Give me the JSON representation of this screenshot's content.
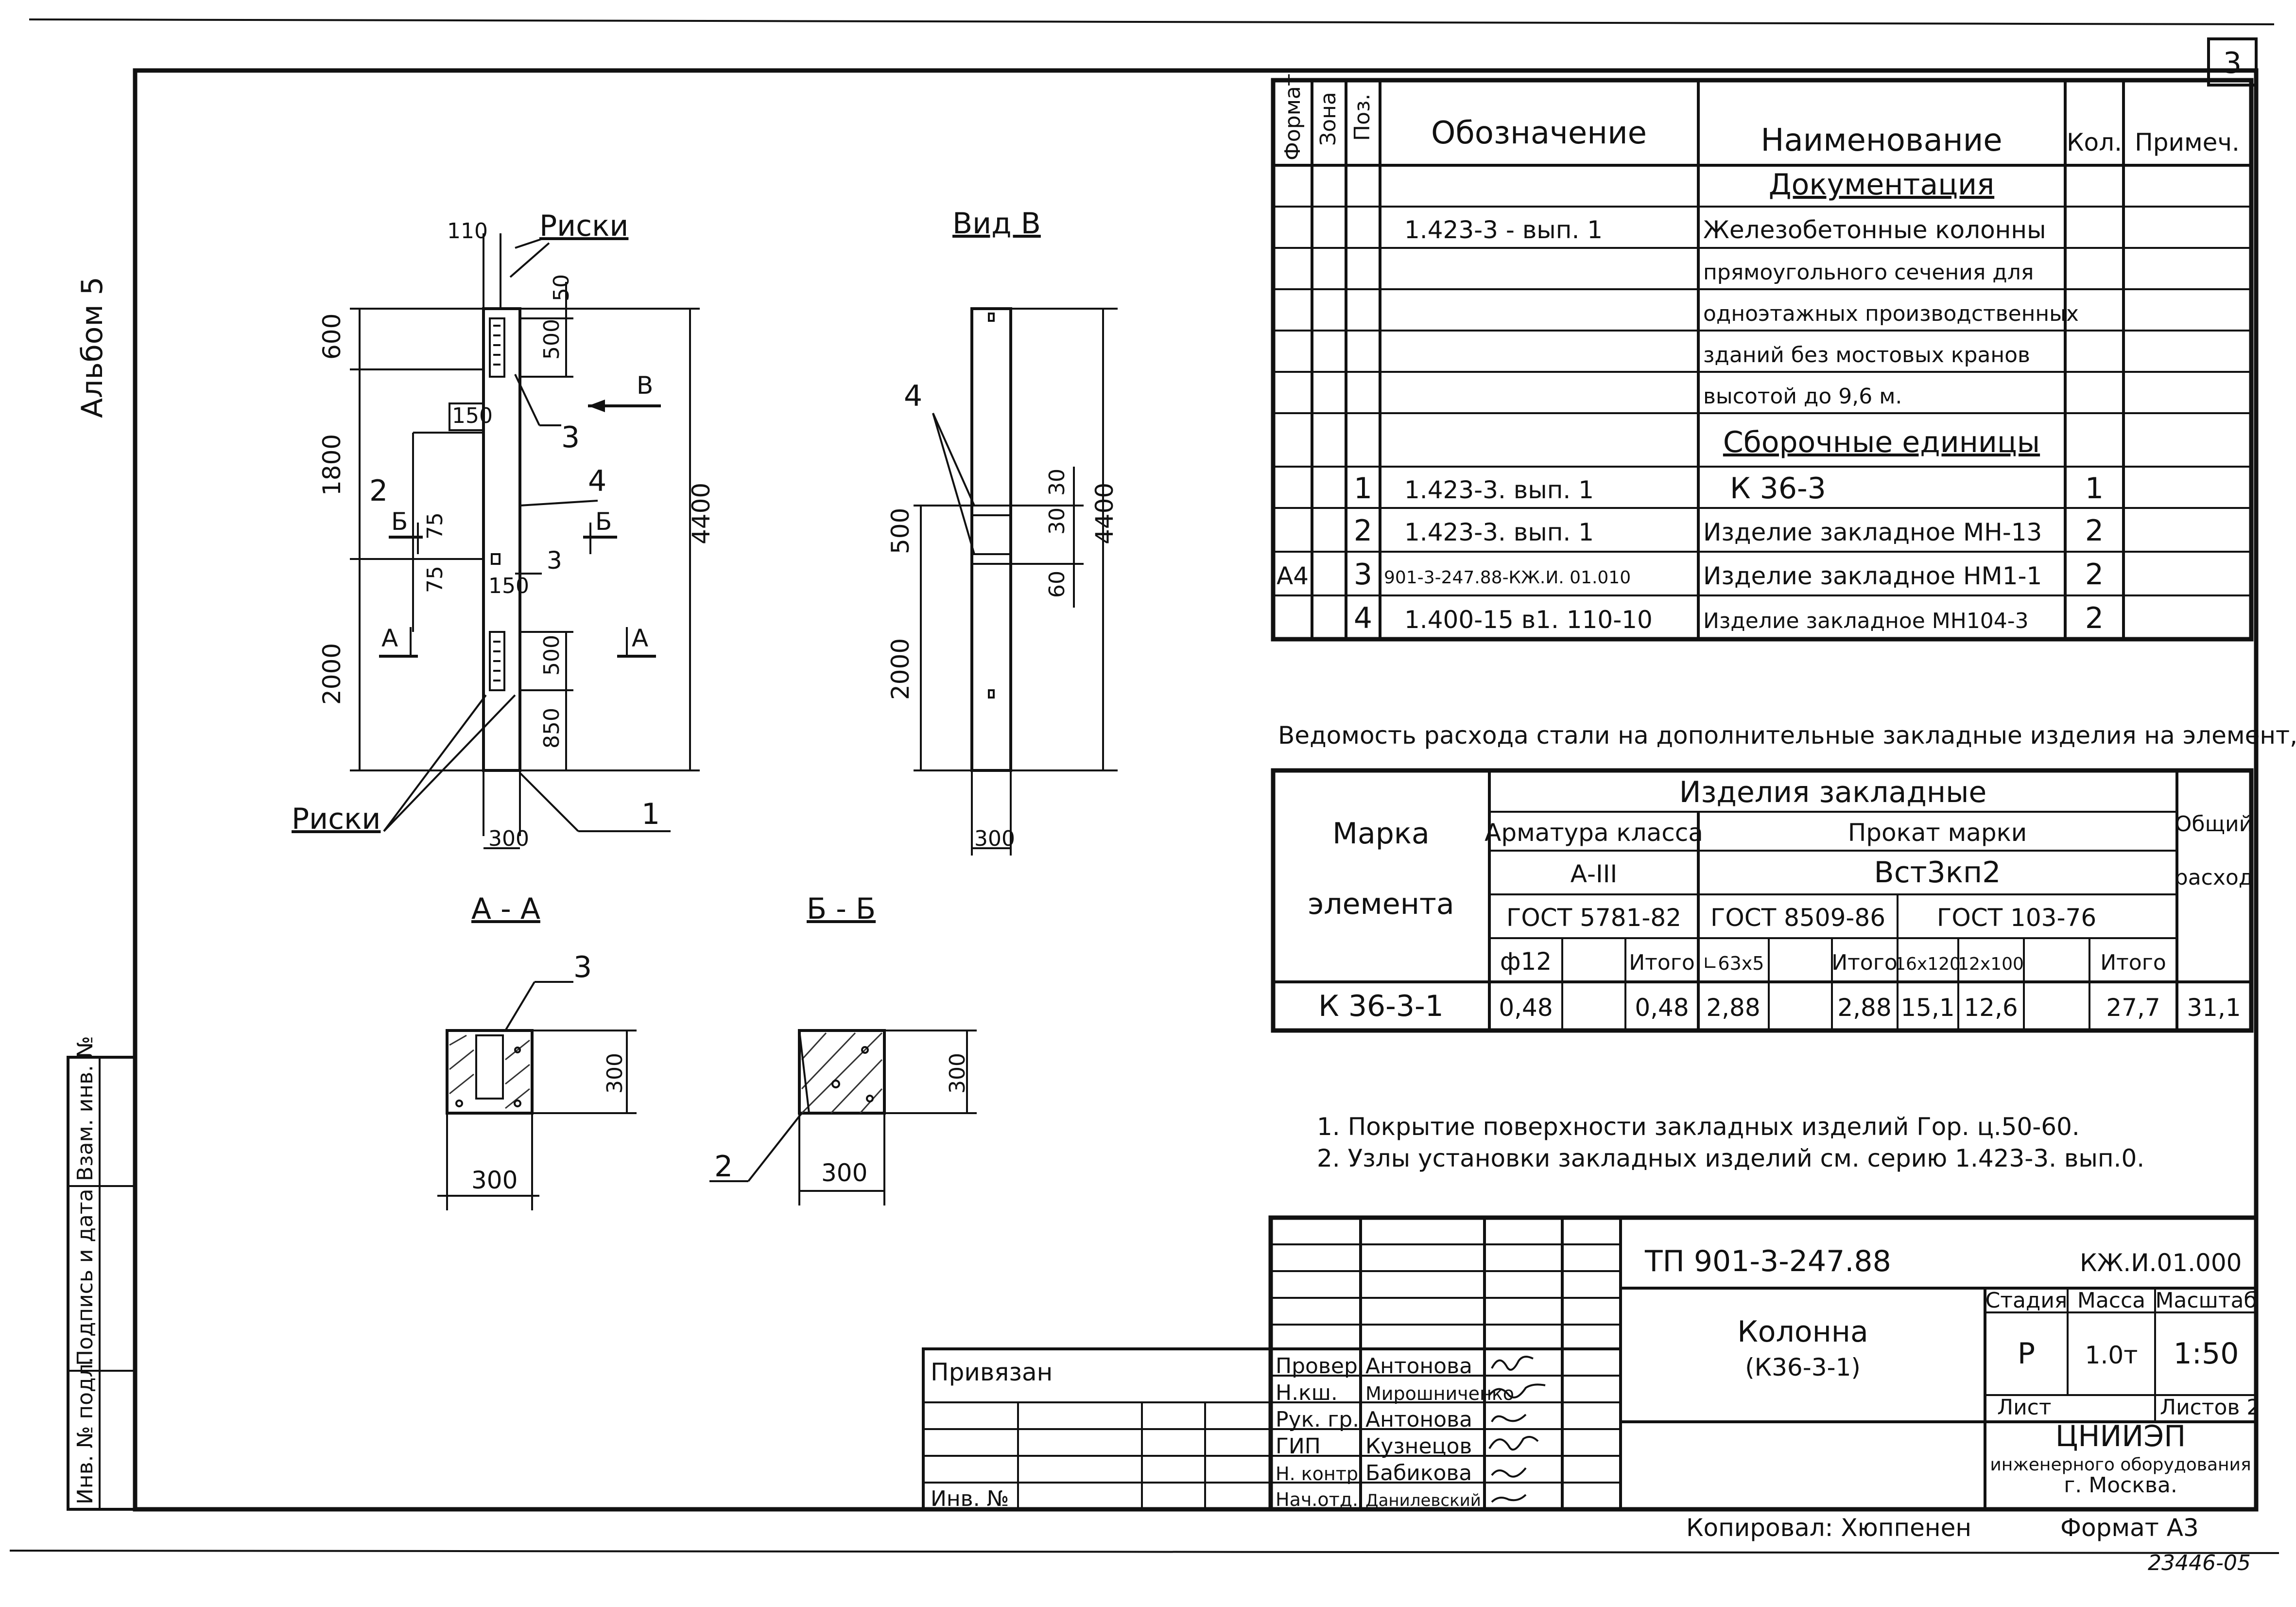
{
  "sheet": {
    "page_number": "3",
    "album": "Альбом 5",
    "drawing_code": "ТП 901-3-247.88",
    "doc_code": "КЖ.И.01.000",
    "title_line1": "Колонна",
    "title_line2": "(К36-3-1)",
    "stage_header": "Стадия",
    "mass_header": "Масса",
    "scale_header": "Масштаб",
    "stage": "Р",
    "mass": "1.0т",
    "scale": "1:50",
    "sheet_label": "Лист",
    "sheets_label": "Листов 2",
    "org_line1": "ЦНИИЭП",
    "org_line2": "инженерного оборудования",
    "org_line3": "г. Москва.",
    "copied_by": "Копировал: Хюппенен",
    "format": "Формат А3",
    "archive_no": "23446-05",
    "privyazan": "Привязан",
    "inv_no": "Инв. №",
    "left_strip": [
      "Инв. № подл.",
      "Подпись и дата",
      "Взам. инв. №"
    ],
    "signatures": [
      {
        "role": "Провер.",
        "name": "Антонова"
      },
      {
        "role": "Н.кш.",
        "name": "Мирошниченко"
      },
      {
        "role": "Рук. гр.",
        "name": "Антонова"
      },
      {
        "role": "ГИП",
        "name": "Кузнецов"
      },
      {
        "role": "Н. контр.",
        "name": "Бабикова"
      },
      {
        "role": "Нач.отд.",
        "name": "Данилевский"
      }
    ]
  },
  "spec_table": {
    "headers": {
      "format": "Формат",
      "zone": "Зона",
      "pos": "Поз.",
      "designation": "Обозначение",
      "name": "Наименование",
      "qty": "Кол.",
      "note": "Примеч."
    },
    "section_docs": "Документация",
    "doc_designation": "1.423-3 - вып. 1",
    "doc_name_lines": [
      "Железобетонные колонны",
      "прямоугольного сечения для",
      "одноэтажных производственных",
      "зданий без мостовых кранов",
      "высотой до 9,6 м."
    ],
    "section_assembly": "Сборочные единицы",
    "rows": [
      {
        "format": "",
        "pos": "1",
        "designation": "1.423-3. вып. 1",
        "name": "К 36-3",
        "qty": "1"
      },
      {
        "format": "",
        "pos": "2",
        "designation": "1.423-3. вып. 1",
        "name": "Изделие закладное МН-13",
        "qty": "2"
      },
      {
        "format": "А4",
        "pos": "3",
        "designation": "901-3-247.88-КЖ.И. 01.010",
        "name": "Изделие закладное НМ1-1",
        "qty": "2"
      },
      {
        "format": "",
        "pos": "4",
        "designation": "1.400-15 в1. 110-10",
        "name": "Изделие закладное МН104-3",
        "qty": "2"
      }
    ]
  },
  "steel_table": {
    "caption": "Ведомость  расхода стали на дополнительные закладные изделия на элемент, кг",
    "mark_header_1": "Марка",
    "mark_header_2": "элемента",
    "group_header": "Изделия закладные",
    "total_header_1": "Общий",
    "total_header_2": "расход",
    "rebar_class": "Арматура класса",
    "rolled_mark": "Прокат марки",
    "rebar_grade": "А-III",
    "rolled_grade": "Вст3кп2",
    "gost_1": "ГОСТ 5781-82",
    "gost_2": "ГОСТ 8509-86",
    "gost_3": "ГОСТ 103-76",
    "cols": [
      "ф12",
      "",
      "Итого",
      "∟63x5",
      "",
      "Итого",
      "16x120",
      "12x100",
      "",
      "Итого"
    ],
    "row": {
      "mark": "К 36-3-1",
      "values": [
        "0,48",
        "",
        "0,48",
        "2,88",
        "",
        "2,88",
        "15,1",
        "12,6",
        "",
        "27,7"
      ],
      "total": "31,1"
    }
  },
  "notes": [
    "1. Покрытие поверхности закладных изделий Гор. ц.50-60.",
    "2. Узлы установки закладных изделий см. серию 1.423-3. вып.0."
  ],
  "elevation": {
    "label_riski": "Риски",
    "dim_110": "110",
    "dim_50": "50",
    "dim_600": "600",
    "dim_500a": "500",
    "dim_150a": "150",
    "dim_1800": "1800",
    "dim_4400": "4400",
    "dim_75a": "75",
    "dim_75b": "75",
    "dim_150b": "150",
    "dim_500b": "500",
    "dim_2000": "2000",
    "dim_850": "850",
    "dim_300": "300",
    "cut_b": "Б",
    "cut_a": "А",
    "view_b": "В",
    "pos_1": "1",
    "pos_2": "2",
    "pos_3a": "3",
    "pos_3b": "3",
    "pos_4": "4"
  },
  "view_b": {
    "title": "Вид В",
    "pos_4": "4",
    "dim_30a": "30",
    "dim_30b": "30",
    "dim_500": "500",
    "dim_60": "60",
    "dim_4400": "4400",
    "dim_2000": "2000",
    "dim_300": "300"
  },
  "section_aa": {
    "title": "А - А",
    "pos": "3",
    "dim_h": "300",
    "dim_w": "300"
  },
  "section_bb": {
    "title": "Б - Б",
    "pos": "2",
    "dim_h": "300",
    "dim_w": "300"
  }
}
